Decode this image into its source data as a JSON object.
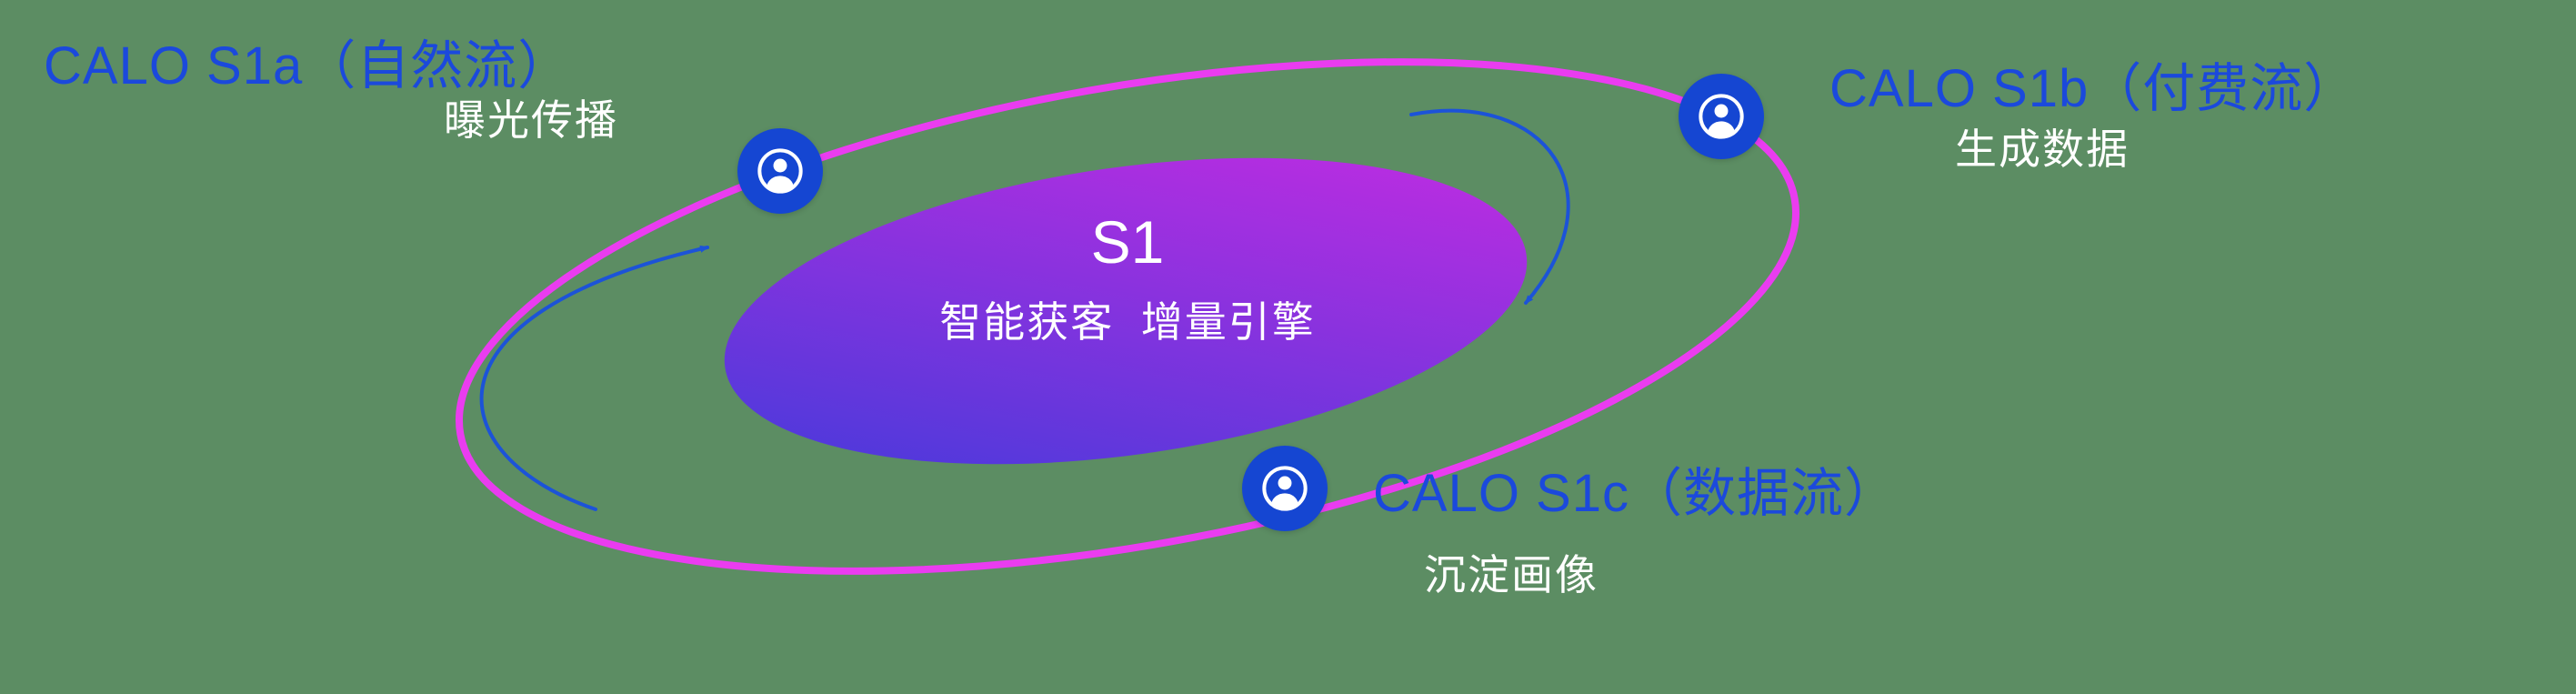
{
  "colors": {
    "background": "#5c8d63",
    "heading_blue": "#1b49dc",
    "arrow_blue": "#1c53d8",
    "orbit_pink": "#ea3cf0",
    "node_blue": "#1546d2",
    "core_gradient_start": "#3f3bda",
    "core_gradient_end": "#c92be2",
    "text_white": "#ffffff"
  },
  "core": {
    "title": "S1",
    "subtitle": "智能获客  增量引擎"
  },
  "nodes": [
    {
      "id": "s1a",
      "label": "CALO S1a（自然流）",
      "sublabel": "曝光传播",
      "icon": "user-circle-icon"
    },
    {
      "id": "s1b",
      "label": "CALO S1b（付费流）",
      "sublabel": "生成数据",
      "icon": "user-circle-icon"
    },
    {
      "id": "s1c",
      "label": "CALO S1c（数据流）",
      "sublabel": "沉淀画像",
      "icon": "user-circle-icon"
    }
  ]
}
